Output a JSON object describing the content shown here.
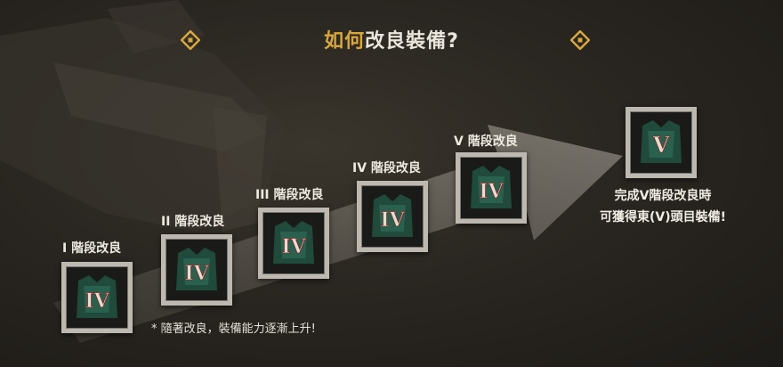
{
  "header": {
    "title_highlight": "如何",
    "title_rest": "改良裝備?"
  },
  "stages": [
    {
      "label": "I 階段改良",
      "numeral": "IV"
    },
    {
      "label": "II 階段改良",
      "numeral": "IV"
    },
    {
      "label": "III 階段改良",
      "numeral": "IV"
    },
    {
      "label": "IV 階段改良",
      "numeral": "IV"
    },
    {
      "label": "V 階段改良",
      "numeral": "IV"
    }
  ],
  "final": {
    "numeral": "V",
    "line1": "完成V階段改良時",
    "line2": "可獲得東(V)頭目裝備!"
  },
  "note": "* 隨著改良，裝備能力逐漸上升!",
  "colors": {
    "accent": "#d7a83a",
    "frame": "#bdb9b1",
    "numeral": "#e8dcd0",
    "armor": "#2f6a55"
  },
  "icons": {
    "ornament": "diamond-ornament-icon",
    "item": "armor-chest-icon"
  }
}
